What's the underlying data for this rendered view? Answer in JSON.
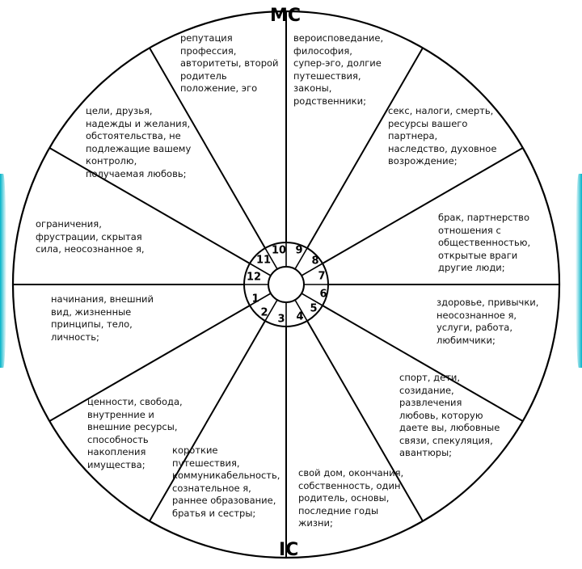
{
  "axes": {
    "top": "MC",
    "bottom": "IC"
  },
  "houses": [
    {
      "num": "1",
      "text": "начинания, внешний\nвид, жизненные\nпринципы, тело,\nличность;"
    },
    {
      "num": "2",
      "text": "ценности, свобода,\nвнутренние и\nвнешние ресурсы,\nспособность\nнакопления\nимущества;"
    },
    {
      "num": "3",
      "text": "короткие\nпутешествия,\nкоммуникабельность,\nсознательное я,\nраннее образование,\nбратья и сестры;"
    },
    {
      "num": "4",
      "text": "свой дом, окончания,\nсобственность, один\nродитель, основы,\nпоследние годы\nжизни;"
    },
    {
      "num": "5",
      "text": "спорт, дети,\nсозидание,\nразвлечения\nлюбовь, которую\nдаете вы, любовные\nсвязи, спекуляция,\nавантюры;"
    },
    {
      "num": "6",
      "text": "здоровье, привычки,\nнеосознанное я,\nуслуги, работа,\nлюбимчики;"
    },
    {
      "num": "7",
      "text": "брак, партнерство\nотношения с\nобщественностью,\nоткрытые враги\nдругие люди;"
    },
    {
      "num": "8",
      "text": "секс, налоги, смерть,\nресурсы вашего\nпартнера,\nнаследство, духовное\nвозрождение;"
    },
    {
      "num": "9",
      "text": "вероисповедание,\nфилософия,\nсупер-эго, долгие\nпутешествия,\nзаконы,\nродственники;"
    },
    {
      "num": "10",
      "text": "репутация\nпрофессия,\nавторитеты, второй\nродитель\nположение, эго"
    },
    {
      "num": "11",
      "text": "цели, друзья,\nнадежды и желания,\nобстоятельства, не\nподлежащие вашему\nконтролю,\nполучаемая любовь;"
    },
    {
      "num": "12",
      "text": "ограничения,\nфрустрации, скрытая\nсила, неосознанное я,"
    }
  ]
}
